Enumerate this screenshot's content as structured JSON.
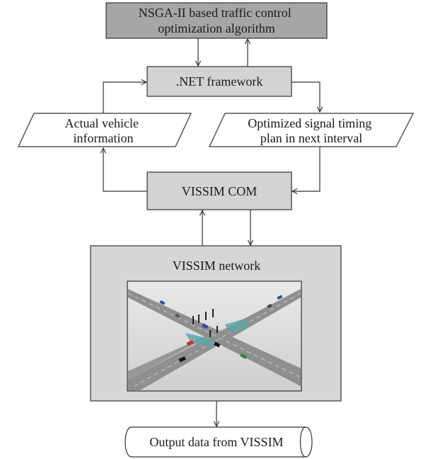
{
  "nodes": {
    "algorithm": {
      "lines": [
        "NSGA-II based traffic control",
        "optimization algorithm"
      ],
      "fill": "#a6a6a6"
    },
    "framework": {
      "lines": [
        ".NET framework"
      ],
      "fill": "#d3d3d3"
    },
    "actual_info": {
      "lines": [
        "Actual vehicle",
        "information"
      ],
      "fill": "#ffffff"
    },
    "signal_plan": {
      "lines": [
        "Optimized signal timing",
        "plan in next interval"
      ],
      "fill": "#ffffff"
    },
    "vissim_com": {
      "lines": [
        "VISSIM COM"
      ],
      "fill": "#d3d3d3"
    },
    "vissim_network": {
      "lines": [
        "VISSIM network"
      ],
      "fill": "#d6d6d6"
    },
    "output_data": {
      "lines": [
        "Output data from VISSIM"
      ],
      "fill": "#ffffff"
    }
  },
  "network_image": {
    "description_icon": "intersection-simulation-image"
  },
  "colors": {
    "stroke": "#333333",
    "road": "#8a8a8a",
    "ground": "#c9c9c9"
  }
}
